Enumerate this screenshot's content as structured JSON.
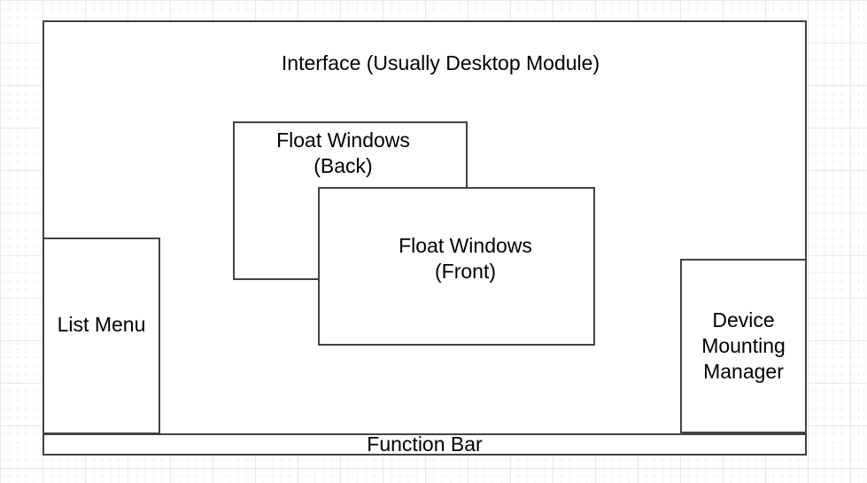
{
  "canvas": {
    "background_color": "#ffffff",
    "grid_minor_color": "#f6f6f6",
    "grid_major_color": "#e9e9e9",
    "shape_fill_color": "#ffffff",
    "shape_stroke_color": "#424242",
    "text_color": "#000000"
  },
  "diagram": {
    "interface": {
      "label": "Interface (Usually Desktop Module)"
    },
    "float_back": {
      "lines": [
        "Float Windows",
        "(Back)"
      ]
    },
    "float_front": {
      "lines": [
        "Float Windows",
        "(Front)"
      ]
    },
    "list_menu": {
      "label": "List Menu"
    },
    "device_mounting_manager": {
      "lines": [
        "Device",
        "Mounting",
        "Manager"
      ]
    },
    "function_bar": {
      "label": "Function Bar"
    }
  }
}
